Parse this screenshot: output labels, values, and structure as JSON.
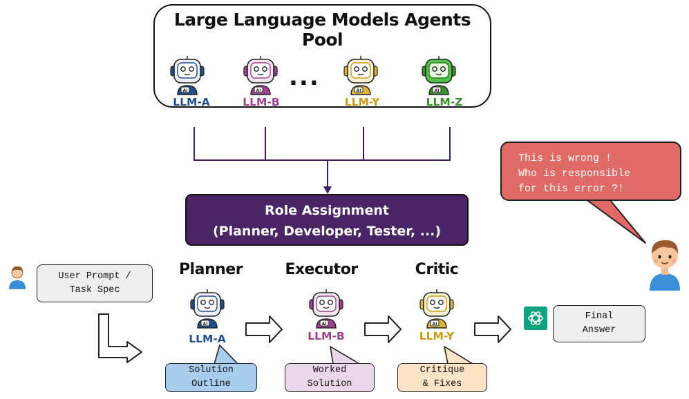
{
  "pool": {
    "title": "Large Language Models Agents Pool",
    "agents": [
      {
        "label": "LLM-A",
        "color": "#1f4e8c"
      },
      {
        "label": "LLM-B",
        "color": "#a0418f"
      },
      {
        "label": "LLM-Y",
        "color": "#c99a12"
      },
      {
        "label": "LLM-Z",
        "color": "#3a8f2a"
      }
    ],
    "ellipsis": "..."
  },
  "role": {
    "line1": "Role Assignment",
    "line2": "(Planner, Developer, Tester, ...)",
    "color": "#4a2566"
  },
  "pipeline": {
    "user_prompt": [
      "User Prompt /",
      "Task Spec"
    ],
    "stages": [
      {
        "title": "Planner",
        "llm": "LLM-A",
        "llm_color": "#1f4e8c",
        "note": [
          "Solution",
          "Outline"
        ],
        "note_color": "#a9cdec"
      },
      {
        "title": "Executor",
        "llm": "LLM-B",
        "llm_color": "#a0418f",
        "note": [
          "Worked",
          "Solution"
        ],
        "note_color": "#ead7ea"
      },
      {
        "title": "Critic",
        "llm": "LLM-Y",
        "llm_color": "#c99a12",
        "note": [
          "Critique",
          "& Fixes"
        ],
        "note_color": "#fbe3c6"
      }
    ],
    "final_answer": [
      "Final",
      "Answer"
    ]
  },
  "complaint": {
    "lines": [
      "This is wrong !",
      "Who is responsible",
      "for this error ?!"
    ],
    "color": "#df6a66"
  },
  "colors": {
    "connector": "#3c1f5c",
    "box_gray": "#eeeeee"
  }
}
